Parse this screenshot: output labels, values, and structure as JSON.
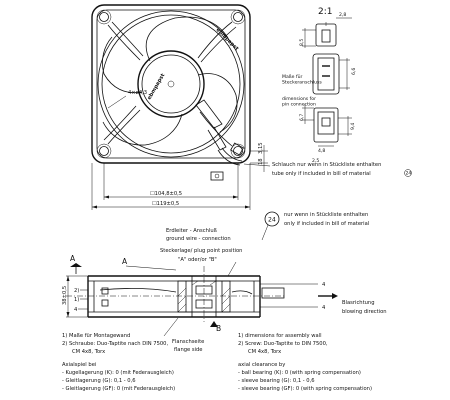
{
  "scale_label": "2:1",
  "dim_8_5": "8,5",
  "dim_6_7": "6,7",
  "dim_6_6": "6,6",
  "dim_9_4": "9,4",
  "dim_4_8": "4,8",
  "dim_2_8": "2,8",
  "dim_2_5": "2,5",
  "dim_4x_phi_4_3": "4×ø4,3",
  "dim_3_15": "3,15",
  "dim_18": "18",
  "dim_104_8": "☐104,8±0,5",
  "dim_119": "☐119±0,5",
  "dim_38": "38±0,5",
  "brand_1": "ebmpapst",
  "brand_2": "ebmpapst",
  "pin_note_de": "Maße für\nSteckeranschluss",
  "pin_note_en": "dimensions for\npin connection",
  "hose_note_de": "Schlauch nur wenn in Stückliste enthalten",
  "hose_note_en": "tube only if included in bill of material",
  "hose_marker": "24",
  "callout_24": "24",
  "callout_24_de": "nur wenn in Stückliste enthalten",
  "callout_24_en": "only if included in bill of material",
  "ground_de": "Erdleiter - Anschluß",
  "ground_en": "ground wire - connection",
  "plug_pos_de": "Steckerlage/ plug point position",
  "plug_pos_opts": "\"A\"      oder/or      \"B\"",
  "label_A_left": "A",
  "label_A_right": "A",
  "label_B": "B",
  "ann_2_left": "2)",
  "ann_1_left": "1)",
  "ann_4_left": "4",
  "ann_4_right_top": "4",
  "ann_4_right_bot": "4",
  "airflow_de": "Blasrichtung",
  "airflow_en": "blowing direction",
  "flange_de": "Flanschseite",
  "flange_en": "flange side",
  "fn_de_1": "1) Maße für Montagewand",
  "fn_de_2": "2) Schraube: Duo-Taptite nach DIN 7500,",
  "fn_de_3": "CM 4x8, Torx",
  "fn_en_1": "1) dimensions for assembly wall",
  "fn_en_2": "2) Screw: Duo-Taptite to DIN 7500,",
  "fn_en_3": "CM 4x8, Torx",
  "axial_de_title": "Axialspiel bei",
  "axial_de_1": "- Kugellagerung (K): 0 (mit Federausgleich)",
  "axial_de_2": "- Gleitlagerung (G): 0,1 - 0,6",
  "axial_de_3": "- Gleitlagerung (GF): 0 (mit Federausgleich)",
  "axial_en_title": "axial clearance by",
  "axial_en_1": "- ball bearing (K): 0 (with spring compensation)",
  "axial_en_2": "- sleeve bearing (G): 0,1 - 0,6",
  "axial_en_3": "- sleeve bearing (GF): 0 (with spring compensation)"
}
